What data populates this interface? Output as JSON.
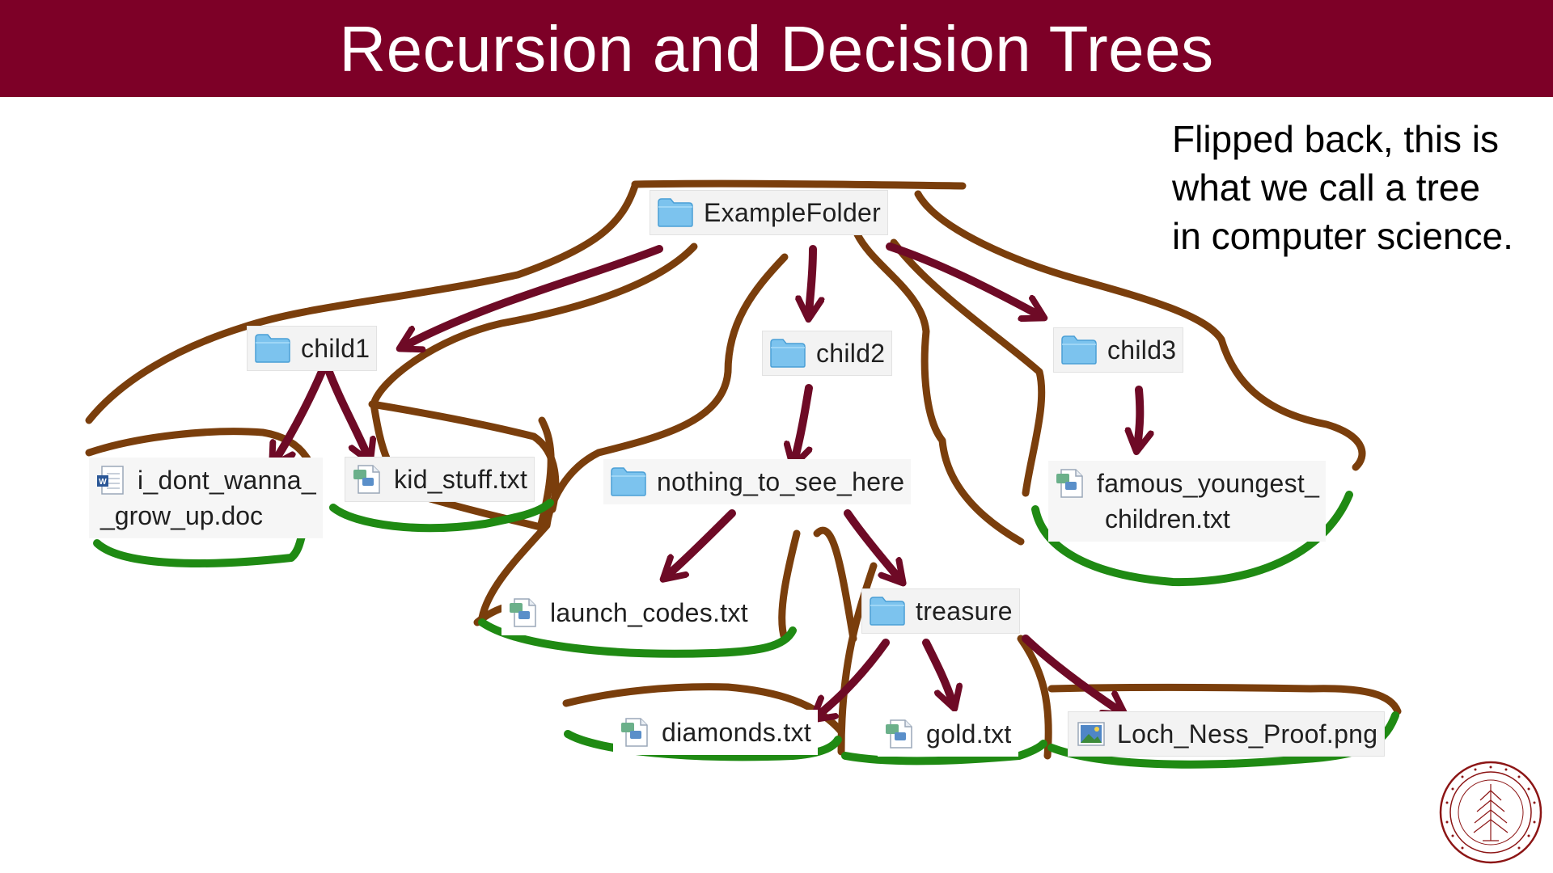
{
  "slide": {
    "title": "Recursion and Decision Trees",
    "note_lines": [
      "Flipped back, this is",
      "what we call a tree",
      "in computer science."
    ]
  },
  "tree": {
    "root": {
      "label": "ExampleFolder",
      "icon": "folder-icon"
    },
    "child1": {
      "label": "child1",
      "icon": "folder-icon"
    },
    "child2": {
      "label": "child2",
      "icon": "folder-icon"
    },
    "child3": {
      "label": "child3",
      "icon": "folder-icon"
    },
    "i_dont_wanna": {
      "label_line1": "i_dont_wanna_",
      "label_line2": "_grow_up.doc",
      "icon": "word-doc-icon"
    },
    "kid_stuff": {
      "label": "kid_stuff.txt",
      "icon": "text-file-icon"
    },
    "nothing": {
      "label": "nothing_to_see_here",
      "icon": "folder-icon"
    },
    "famous": {
      "label_line1": "famous_youngest_",
      "label_line2": "children.txt",
      "icon": "text-file-icon"
    },
    "launch": {
      "label": "launch_codes.txt",
      "icon": "text-file-icon"
    },
    "treasure": {
      "label": "treasure",
      "icon": "folder-icon"
    },
    "diamonds": {
      "label": "diamonds.txt",
      "icon": "text-file-icon"
    },
    "gold": {
      "label": "gold.txt",
      "icon": "text-file-icon"
    },
    "loch": {
      "label": "Loch_Ness_Proof.png",
      "icon": "image-file-icon"
    }
  },
  "colors": {
    "banner": "#7d0027",
    "trunk": "#7a3e0c",
    "arrow": "#6e0a26",
    "grass": "#1f8a13",
    "folder": "#7cc3ee"
  }
}
